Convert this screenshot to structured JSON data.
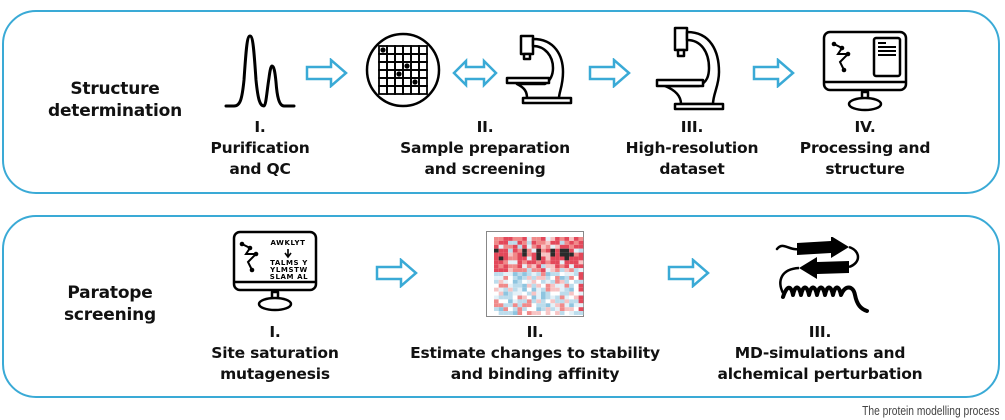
{
  "accent_color": "#3aaad6",
  "rows": [
    {
      "title": "Structure\ndetermination",
      "steps": [
        {
          "numeral": "I.",
          "label": "Purification\nand QC",
          "icon": "chromatogram-peaks-icon"
        },
        {
          "numeral": "II.",
          "label": "Sample preparation\nand screening",
          "icon": "sample-grid-icon"
        },
        {
          "numeral": "III.",
          "label": "High-resolution\ndataset",
          "icon": "cryo-em-microscope-icon"
        },
        {
          "numeral": "IV.",
          "label": "Processing and\nstructure",
          "icon": "computer-monitor-icon"
        }
      ]
    },
    {
      "title": "Paratope\nscreening",
      "steps": [
        {
          "numeral": "I.",
          "label": "Site saturation\nmutagenesis",
          "icon": "sequence-monitor-icon"
        },
        {
          "numeral": "II.",
          "label": "Estimate changes to stability\nand binding affinity",
          "icon": "heatmap-icon"
        },
        {
          "numeral": "III.",
          "label": "MD-simulations and\nalchemical perturbation",
          "icon": "protein-structure-icon"
        }
      ]
    }
  ],
  "sequence_monitor": {
    "original": "AWKLYT",
    "mutants": [
      "TALMS Y",
      "YLMSTW",
      "SLAM AL"
    ]
  },
  "caption": "The protein modelling process"
}
